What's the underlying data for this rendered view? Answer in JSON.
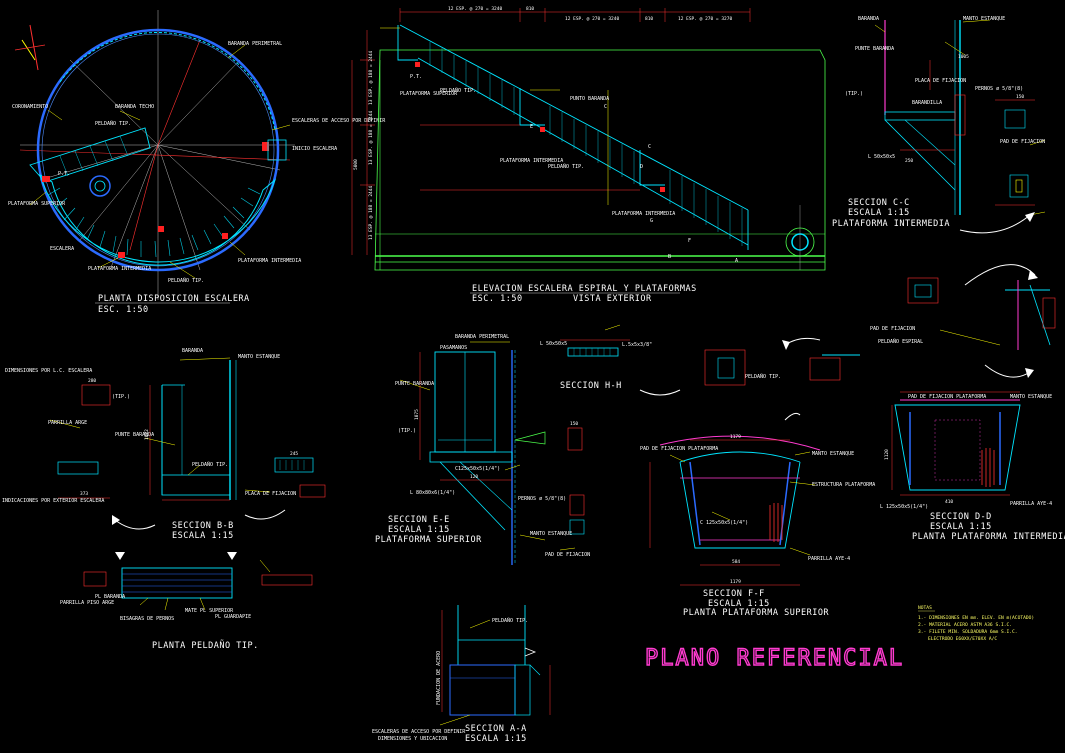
{
  "plan_label": "PLANO REFERENCIAL",
  "titles": {
    "planta": [
      "PLANTA DISPOSICION ESCALERA",
      "ESC. 1:50"
    ],
    "elevacion": [
      "ELEVACION ESCALERA ESPIRAL Y PLATAFORMAS",
      "ESC. 1:50",
      "VISTA EXTERIOR"
    ],
    "seccion_cc": [
      "SECCION C-C",
      "ESCALA 1:15",
      "PLATAFORMA INTERMEDIA"
    ],
    "seccion_bb": [
      "SECCION B-B",
      "ESCALA 1:15"
    ],
    "planta_peldano": "PLANTA PELDAÑO TIP.",
    "seccion_ee": [
      "SECCION E-E",
      "ESCALA 1:15",
      "PLATAFORMA SUPERIOR"
    ],
    "seccion_hh": "SECCION H-H",
    "seccion_ff": [
      "SECCION F-F",
      "ESCALA 1:15",
      "PLANTA PLATAFORMA SUPERIOR"
    ],
    "seccion_dd": [
      "SECCION D-D",
      "ESCALA 1:15",
      "PLANTA PLATAFORMA INTERMEDIA"
    ],
    "seccion_aa": [
      "SECCION A-A",
      "ESCALA 1:15"
    ]
  },
  "notes": {
    "heading": "NOTAS",
    "lines": [
      "1.- DIMENSIONES EN mm. ELEV. EN m(ACOTADO)",
      "2.- MATERIAL ACERO ASTM A36 S.I.C.",
      "3.- FILETE MIN. SOLDADURA 6mm S.I.C.",
      "ELECTRODO E60XX/E70XX A/C"
    ]
  },
  "annotations": {
    "planta": [
      "BARANDA PERIMETRAL",
      "ESCALERAS DE ACCESO POR DEFINIR",
      "INICIO ESCALERA",
      "CORONAMIENTO",
      "BARANDA TECHO",
      "PELDAÑO TIP.",
      "PLATAFORMA SUPERIOR",
      "ESCALERA",
      "PLATAFORMA INTERMEDIA",
      "PELDAÑO TIP.",
      "PLATAFORMA INTERMEDIA",
      "P.T."
    ],
    "elevacion": [
      "P.T.",
      "PLATAFORMA SUPERIOR",
      "PELDAÑO TIP.",
      "PUNTO BARANDA",
      "C",
      "C",
      "D",
      "PLATAFORMA INTERMEDIA",
      "PELDAÑO TIP.",
      "PLATAFORMA INTERMEDIA",
      "A",
      "B",
      "E",
      "F",
      "G"
    ],
    "seccion_cc": [
      "BARANDA",
      "MANTO ESTANQUE",
      "PUNTE BARANDA",
      "PLACA DE FIJACION",
      "BARANDILLA",
      "L 50x50x5",
      "PERNOS ø 5/8\"(8)",
      "PAD DE FIJACION",
      "(TIP.)"
    ],
    "seccion_bb": [
      "BARANDA",
      "MANTO ESTANQUE",
      "DIMENSIONES POR L.C. ESCALERA",
      "PARRILLA ARGE",
      "PUNTE BARANDA",
      "PELDAÑO TIP.",
      "PLACA DE FIJACION",
      "INDICACIONES POR EXTERIOR ESCALERA",
      "(TIP.)"
    ],
    "seccion_ee": [
      "BARANDA PERIMETRAL",
      "PASAMANOS",
      "PUNTE BARANDA",
      "C125x50x5(1/4\")",
      "L 80x80x6(1/4\")",
      "PERNOS ø 5/8\"(8)",
      "MANTO ESTANQUE",
      "PAD DE FIJACION",
      "(TIP.)"
    ],
    "seccion_hh": [
      "L 50x50x5",
      "L.5x5x3/8\""
    ],
    "seccion_ff": [
      "PAD DE FIJACION PLATAFORMA",
      "MANTO ESTANQUE",
      "C 125x50x5(1/4\")",
      "PELDAÑO TIP.",
      "PARRILLA AYE-4",
      "ESTRUCTURA PLATAFORMA"
    ],
    "seccion_dd": [
      "PAD DE FIJACION PLATAFORMA",
      "MANTO ESTANQUE",
      "L 125x50x5(1/4\")",
      "PARRILLA AYE-4",
      "PELDAÑO ESPIRAL",
      "PAD DE FIJACION"
    ],
    "planta_peldano": [
      "PARRILLA PISO ARGE",
      "PL BARANDA",
      "BISAGRAS DE PERNOS",
      "PL GUARDAPIE",
      "MATE PL SUPERIOR"
    ],
    "seccion_aa": [
      "PELDAÑO TIP.",
      "ESCALERAS DE ACCESO POR DEFINIR",
      "DIMENSIONES Y UBICACION",
      "FUNDACION DE ACERO"
    ]
  },
  "dimensions": {
    "elev_top": [
      "12 ESP. @ 270 = 3240",
      "810",
      "12 ESP. @ 270 = 3240",
      "810",
      "12 ESP. @ 270 = 3270"
    ],
    "elev_left": [
      "13 ESP. @ 188 = 2444",
      "13 ESP. @ 188 = 2444",
      "13 ESP. @ 188 = 2444",
      "5000"
    ],
    "ff": [
      "1179",
      "584",
      "1179"
    ],
    "dd": [
      "410",
      "1120"
    ],
    "bb": [
      "373",
      "280",
      "245",
      "1072"
    ],
    "cc": [
      "1005",
      "250",
      "150"
    ],
    "ee": [
      "1075",
      "120",
      "150"
    ]
  }
}
